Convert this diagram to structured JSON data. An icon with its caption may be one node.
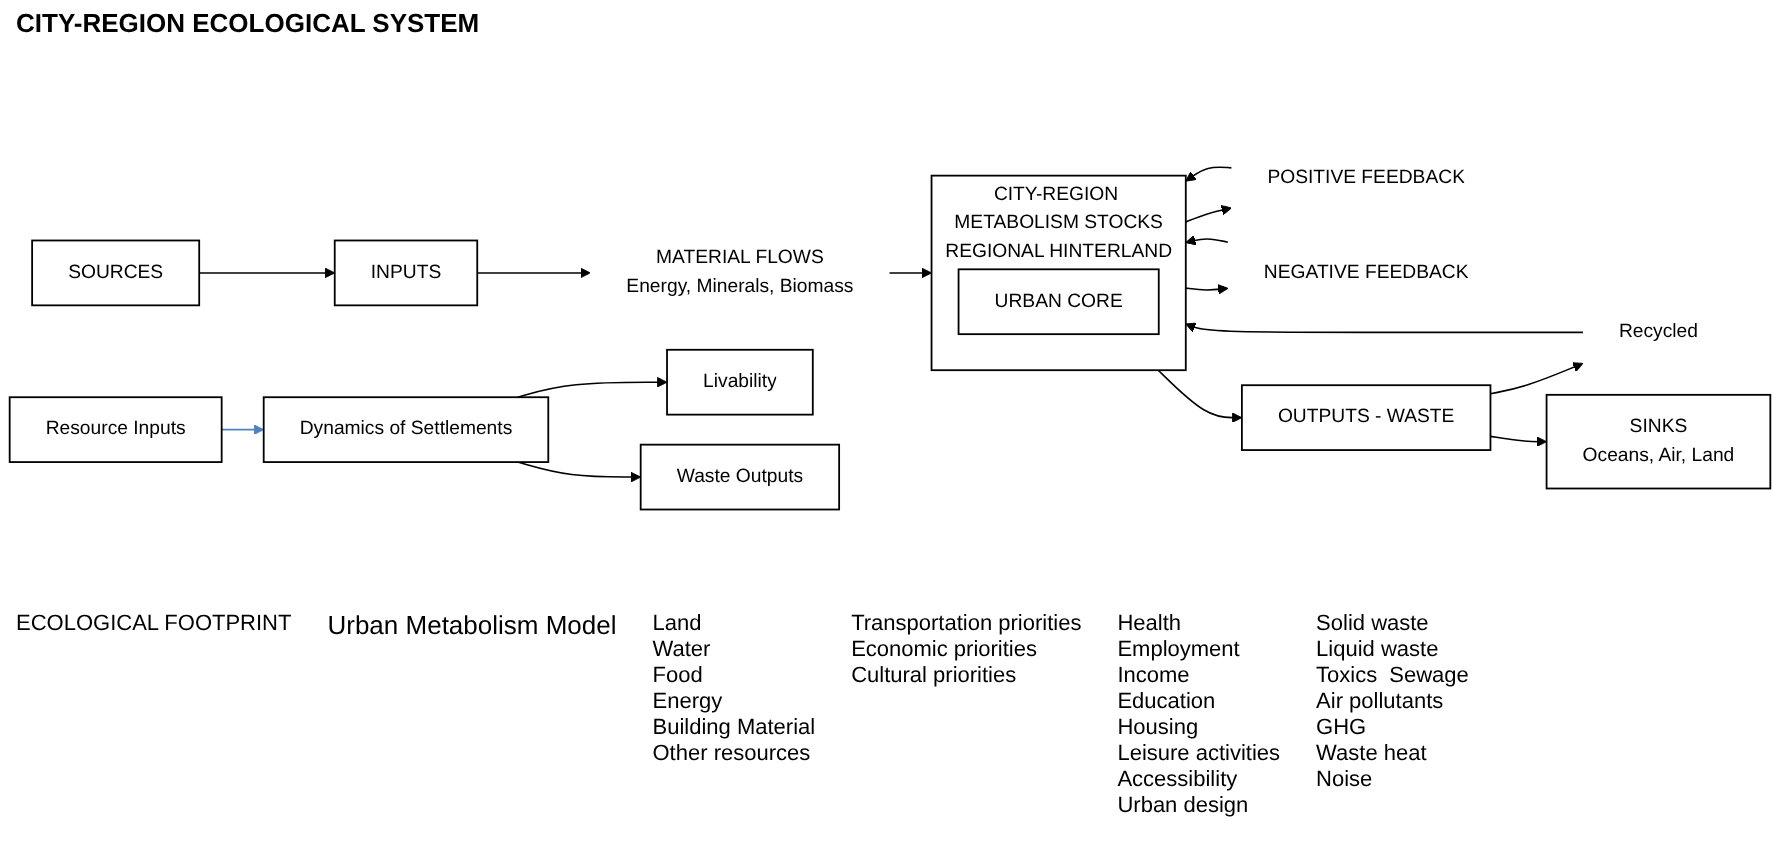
{
  "diagram": {
    "title": "CITY-REGION ECOLOGICAL SYSTEM",
    "nodes": [
      {
        "text": [
          "SOURCES"
        ]
      },
      {
        "text": [
          "INPUTS"
        ]
      },
      {
        "text": [
          "MATERIAL FLOWS",
          "Energy, Minerals, Biomass"
        ]
      },
      {
        "text": [
          "CITY-REGION METABOLISM STOCKS",
          "REGIONAL HINTERLAND"
        ]
      },
      {
        "text": [
          "URBAN CORE"
        ],
        "in": 3
      },
      {
        "text": [
          "POSITIVE FEEDBACK"
        ]
      },
      {
        "text": [
          "NEGATIVE FEEDBACK"
        ]
      },
      {
        "text": [
          "OUTPUTS - WASTE"
        ]
      },
      {
        "text": [
          "Recycled"
        ]
      },
      {
        "text": [
          "SINKS",
          "Oceans, Air, Land"
        ]
      },
      {
        "text": [
          "Resource Inputs"
        ]
      },
      {
        "text": [
          "Dynamics of Settlements"
        ]
      },
      {
        "text": [
          "Livability"
        ]
      },
      {
        "text": [
          "Waste Outputs"
        ]
      }
    ],
    "edges": [
      {
        "from": 0,
        "to": 1,
        "arrow": "to"
      },
      {
        "from": 1,
        "to": 2,
        "arrow": "to"
      },
      {
        "from": 2,
        "to": 3,
        "arrow": "to"
      },
      {
        "from": 5,
        "to": 3,
        "arrow": "to"
      },
      {
        "from": 3,
        "to": 5,
        "arrow": "to"
      },
      {
        "from": 3,
        "to": 6,
        "arrow": "to"
      },
      {
        "from": 6,
        "to": 3,
        "arrow": "to"
      },
      {
        "from": 3,
        "to": 7,
        "arrow": "to"
      },
      {
        "from": 7,
        "to": 8,
        "arrow": "to"
      },
      {
        "from": 8,
        "to": 3,
        "arrow": "to"
      },
      {
        "from": 7,
        "to": 9,
        "arrow": "to"
      },
      {
        "from": 10,
        "to": 11,
        "arrow": "to",
        "color": "#4f81bd"
      },
      {
        "from": 11,
        "to": 12,
        "arrow": "to"
      },
      {
        "from": 11,
        "to": 13,
        "arrow": "to"
      }
    ],
    "labels": [
      "ECOLOGICAL FOOTPRINT",
      "Urban Metabolism Model",
      "Health",
      "Employment",
      "Income",
      "Education",
      "Housing",
      "Leisure activities",
      "Accessibility",
      "Urban design",
      "Land",
      "Water",
      "Food",
      "Energy",
      "Building Material",
      "Other resources",
      "Transportation priorities",
      "Economic priorities",
      "Cultural priorities",
      "Solid waste",
      "Liquid waste",
      "Toxics",
      "Sewage",
      "Air pollutants",
      "GHG",
      "Waste heat",
      "Noise"
    ]
  }
}
